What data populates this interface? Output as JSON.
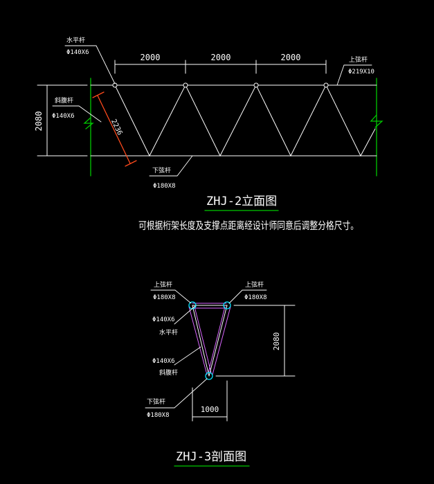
{
  "colors": {
    "background": "#000000",
    "line": "#ffffff",
    "text": "#ffffff",
    "ground": "#00c800",
    "red": "#ff4a1c",
    "node": "#00e5ff",
    "section": "#d966ff"
  },
  "elevation": {
    "labels": {
      "horizontal_bar": "水平杆",
      "horizontal_bar_spec": "Φ140X6",
      "top_chord": "上弦杆",
      "top_chord_spec": "Φ219X10",
      "diagonal": "斜腹杆",
      "diagonal_spec": "Φ140X6",
      "bottom_chord": "下弦杆",
      "bottom_chord_spec": "Φ180X8"
    },
    "dimensions": {
      "bay_1": "2000",
      "bay_2": "2000",
      "bay_3": "2000",
      "height": "2080",
      "diagonal_length": "2236"
    },
    "title": "ZHJ-2立面图",
    "note": "可根据桁架长度及支撑点距离经设计师同意后调整分格尺寸。"
  },
  "section": {
    "labels": {
      "top_chord_left": "上弦杆",
      "top_chord_left_spec": "Φ180X8",
      "top_chord_right": "上弦杆",
      "top_chord_right_spec": "Φ180X8",
      "horizontal_bar": "水平杆",
      "horizontal_bar_spec": "Φ140X6",
      "diagonal": "斜腹杆",
      "diagonal_spec": "Φ140X6",
      "bottom_chord": "下弦杆",
      "bottom_chord_spec": "Φ180X8"
    },
    "dimensions": {
      "height": "2080",
      "width": "1000"
    },
    "title": "ZHJ-3剖面图"
  }
}
